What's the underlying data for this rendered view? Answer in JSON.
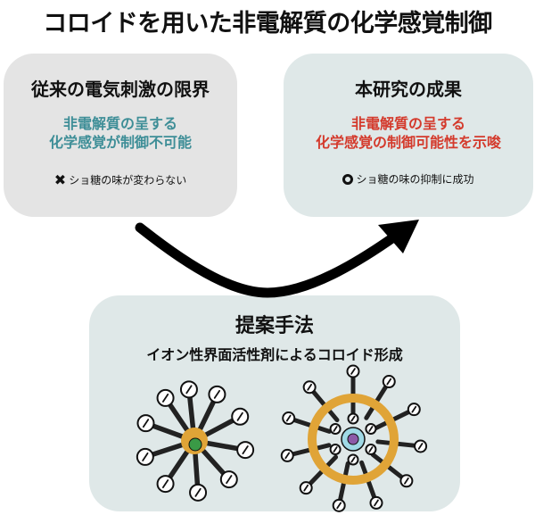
{
  "title": "コロイドを用いた非電解質の化学感覚制御",
  "left_box": {
    "heading": "従来の電気刺激の限界",
    "sub_line1": "非電解質の呈する",
    "sub_line2": "化学感覚が制御不可能",
    "note_mark": "✖",
    "note": "ショ糖の味が変わらない"
  },
  "right_box": {
    "heading": "本研究の成果",
    "sub_line1": "非電解質の呈する",
    "sub_line2": "化学感覚の制御可能性を示唆",
    "note": "ショ糖の味の抑制に成功"
  },
  "bottom_box": {
    "heading": "提案手法",
    "sub": "イオン性界面活性剤によるコロイド形成"
  },
  "colors": {
    "teal": "#3e8e97",
    "red": "#d43a2c",
    "orange": "#e0a437",
    "green": "#3a9a46",
    "cyan": "#9fd9e6",
    "purple": "#8c5aa8"
  }
}
